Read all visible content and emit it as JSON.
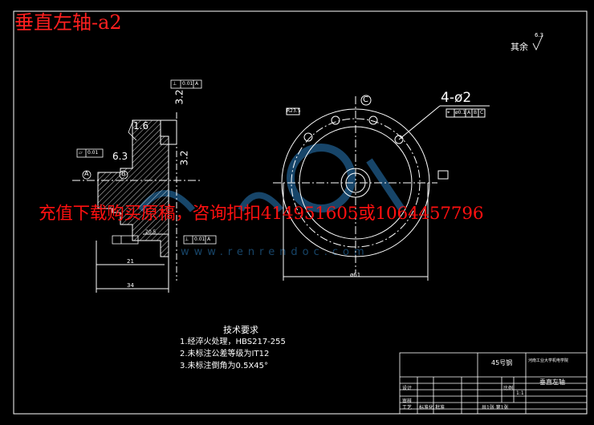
{
  "overlay": {
    "title": "垂直左轴-a2",
    "promo": "充值下载购买原稿，咨询扣扣414951605或1064457796"
  },
  "surface": {
    "label": "其余",
    "value": "6.3"
  },
  "front_view": {
    "hole_spec": "4-ø2",
    "tolerance_frame": [
      "⌖",
      "ø0.1",
      "A",
      "B",
      "C"
    ],
    "datum_c": "C",
    "label_small": "R23.5",
    "diameter": "ø61"
  },
  "side_view": {
    "roughness_top": "3.2",
    "roughness_mid": "3.2",
    "roughness_left": "6.3",
    "roughness_step": "1.6",
    "perp_top": [
      "⊥",
      "0.01",
      "A"
    ],
    "perp_bottom": [
      "⊥",
      "0.01",
      "A"
    ],
    "flat_left": [
      "▱",
      "0.01"
    ],
    "datum_a": "A",
    "datum_b": "B",
    "dim_20": "20.5",
    "dim_21": "21",
    "dim_34": "34"
  },
  "tech_requirements": {
    "heading": "技术要求",
    "items": [
      "1.经淬火处理，HBS217-255",
      "2.未标注公差等级为IT12",
      "3.未标注倒角为0.5X45°"
    ]
  },
  "title_block": {
    "material": "45号钢",
    "part_name": "垂直左轴",
    "school": "河南工业大学机电学院",
    "cells": [
      "设计",
      "审核",
      "工艺",
      "标准化",
      "批准"
    ],
    "scale_label": "比例",
    "scale": "1:1",
    "sheet": "共1张 第1张"
  },
  "colors": {
    "line": "#ffffff",
    "red": "#ff2020",
    "watermark": "#2a7fbf",
    "hatch": "#ffffff"
  }
}
